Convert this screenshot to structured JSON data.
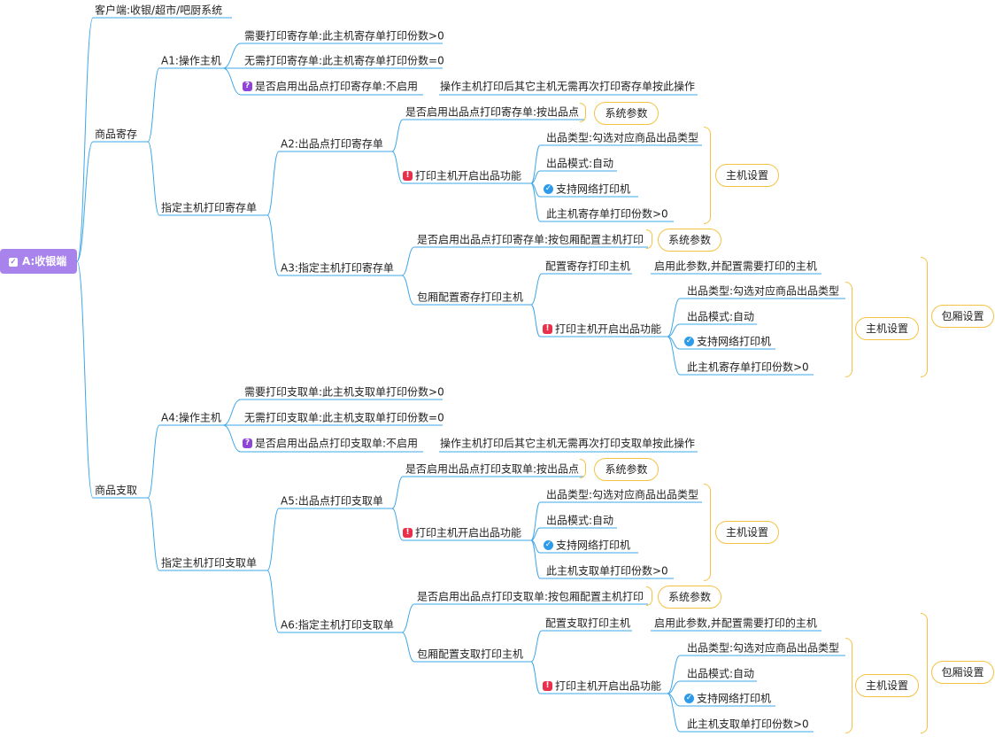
{
  "root": {
    "label": "A:收银端"
  },
  "labels": {
    "client": "客户端:收银/超市/吧厨系统",
    "deposit": "商品寄存",
    "a1": "A1:操作主机",
    "a1_1": "需要打印寄存单:此主机寄存单打印份数>0",
    "a1_2": "无需打印寄存单:此主机寄存单打印份数=0",
    "a1_3": "是否启用出品点打印寄存单:不启用",
    "a1_3_note": "操作主机打印后其它主机无需再次打印寄存单按此操作",
    "dep_host": "指定主机打印寄存单",
    "a2": "A2:出品点打印寄存单",
    "a2_1": "是否启用出品点打印寄存单:按出品点",
    "a2_2": "打印主机开启出品功能",
    "a2_2a": "出品类型:勾选对应商品出品类型",
    "a2_2b": "出品模式:自动",
    "a2_2c": "支持网络打印机",
    "a2_2d": "此主机寄存单打印份数>0",
    "a3": "A3:指定主机打印寄存单",
    "a3_1": "是否启用出品点打印寄存单:按包厢配置主机打印",
    "a3_2": "包厢配置寄存打印主机",
    "a3_2a": "配置寄存打印主机",
    "a3_2a_note": "启用此参数,并配置需要打印的主机",
    "a3_2b": "打印主机开启出品功能",
    "a3_2b1": "出品类型:勾选对应商品出品类型",
    "a3_2b2": "出品模式:自动",
    "a3_2b3": "支持网络打印机",
    "a3_2b4": "此主机寄存单打印份数>0",
    "withdraw": "商品支取",
    "a4": "A4:操作主机",
    "a4_1": "需要打印支取单:此主机支取单打印份数>0",
    "a4_2": "无需打印支取单:此主机支取单打印份数=0",
    "a4_3": "是否启用出品点打印支取单:不启用",
    "a4_3_note": "操作主机打印后其它主机无需再次打印支取单按此操作",
    "wd_host": "指定主机打印支取单",
    "a5": "A5:出品点打印支取单",
    "a5_1": "是否启用出品点打印支取单:按出品点",
    "a5_2": "打印主机开启出品功能",
    "a5_2a": "出品类型:勾选对应商品出品类型",
    "a5_2b": "出品模式:自动",
    "a5_2c": "支持网络打印机",
    "a5_2d": "此主机支取单打印份数>0",
    "a6": "A6:指定主机打印支取单",
    "a6_1": "是否启用出品点打印支取单:按包厢配置主机打印",
    "a6_2": "包厢配置支取打印主机",
    "a6_2a": "配置支取打印主机",
    "a6_2a_note": "启用此参数,并配置需要打印的主机",
    "a6_2b": "打印主机开启出品功能",
    "a6_2b1": "出品类型:勾选对应商品出品类型",
    "a6_2b2": "出品模式:自动",
    "a6_2b3": "支持网络打印机",
    "a6_2b4": "此主机支取单打印份数>0"
  },
  "summaries": {
    "sys_param": "系统参数",
    "host_setting": "主机设置",
    "room_setting": "包厢设置"
  },
  "colors": {
    "line": "#3FA7E8",
    "root": "#A883EC",
    "summary": "#F5C244"
  }
}
